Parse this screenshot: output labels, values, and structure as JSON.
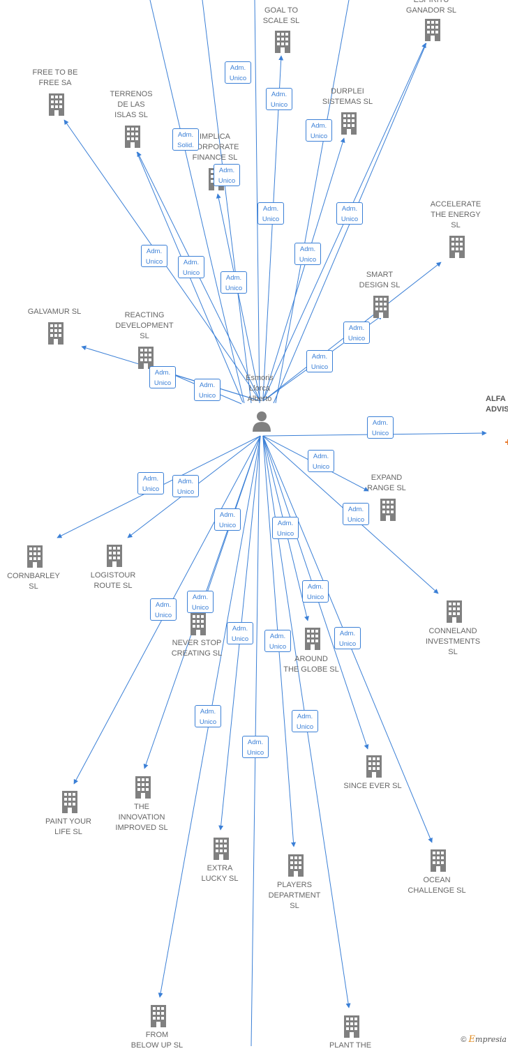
{
  "center": {
    "label": "Esmoris\nLlorca\nAlberto",
    "icon": "person-icon"
  },
  "companies": [
    {
      "id": "goal-to-scale",
      "label": "GOAL TO\nSCALE  SL",
      "icon": "building-icon"
    },
    {
      "id": "espiritu-ganador",
      "label": "ESPIRITU\nGANADOR SL",
      "icon": "building-icon"
    },
    {
      "id": "free-to-be-free",
      "label": "FREE TO BE\nFREE SA",
      "icon": "building-icon"
    },
    {
      "id": "terrenos-de-las-islas",
      "label": "TERRENOS\nDE LAS\nISLAS  SL",
      "icon": "building-icon"
    },
    {
      "id": "implica-corporate-finance",
      "label": "IMPLICA\nCORPORATE\nFINANCE  SL",
      "icon": "building-icon"
    },
    {
      "id": "durplei-sistemas",
      "label": "DURPLEI\nSISTEMAS  SL",
      "icon": "building-icon"
    },
    {
      "id": "accelerate-the-energy",
      "label": "ACCELERATE\nTHE ENERGY\nSL",
      "icon": "building-icon"
    },
    {
      "id": "smart-design",
      "label": "SMART\nDESIGN  SL",
      "icon": "building-icon"
    },
    {
      "id": "galvamur",
      "label": "GALVAMUR  SL",
      "icon": "building-icon"
    },
    {
      "id": "reacting-development",
      "label": "REACTING\nDEVELOPMENT\nSL",
      "icon": "building-icon"
    },
    {
      "id": "alfa-advisory",
      "label": "ALFA\nADVIS",
      "icon": "building-icon",
      "highlight": true
    },
    {
      "id": "expand-range",
      "label": "EXPAND\nRANGE  SL",
      "icon": "building-icon"
    },
    {
      "id": "cornbarley",
      "label": "CORNBARLEY\nSL",
      "icon": "building-icon"
    },
    {
      "id": "logistour-route",
      "label": "LOGISTOUR\nROUTE  SL",
      "icon": "building-icon"
    },
    {
      "id": "conneland-investments",
      "label": "CONNELAND\nINVESTMENTS\nSL",
      "icon": "building-icon"
    },
    {
      "id": "never-stop-creating",
      "label": "NEVER STOP\nCREATING  SL",
      "icon": "building-icon"
    },
    {
      "id": "around-the-globe",
      "label": "AROUND\nTHE GLOBE  SL",
      "icon": "building-icon"
    },
    {
      "id": "since-ever",
      "label": "SINCE EVER  SL",
      "icon": "building-icon"
    },
    {
      "id": "paint-your-life",
      "label": "PAINT YOUR\nLIFE  SL",
      "icon": "building-icon"
    },
    {
      "id": "the-innovation-improved",
      "label": "THE\nINNOVATION\nIMPROVED  SL",
      "icon": "building-icon"
    },
    {
      "id": "extra-lucky",
      "label": "EXTRA\nLUCKY  SL",
      "icon": "building-icon"
    },
    {
      "id": "players-department",
      "label": "PLAYERS\nDEPARTMENT\nSL",
      "icon": "building-icon"
    },
    {
      "id": "ocean-challenge",
      "label": "OCEAN\nCHALLENGE  SL",
      "icon": "building-icon"
    },
    {
      "id": "from-below-up",
      "label": "FROM\nBELOW UP  SL",
      "icon": "building-icon"
    },
    {
      "id": "plant-the",
      "label": "PLANT THE",
      "icon": "building-icon"
    }
  ],
  "roles": {
    "adm_unico": "Adm.\nUnico",
    "adm_solid": "Adm.\nSolid."
  },
  "footer": {
    "copyright": "©",
    "brand_e": "E",
    "brand_rest": "mpresia"
  },
  "colors": {
    "edge": "#3a7fd6",
    "node": "#808080",
    "highlight": "#e8782a",
    "label": "#666666"
  }
}
